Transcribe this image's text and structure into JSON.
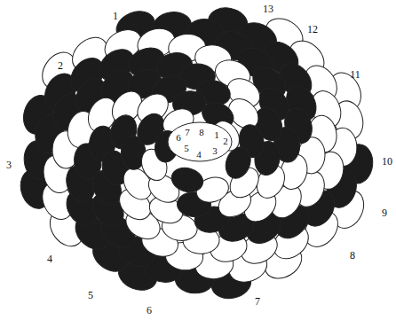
{
  "diagram": {
    "labels": [
      "1",
      "2",
      "3",
      "4",
      "5",
      "6",
      "7",
      "8",
      "9",
      "10",
      "11",
      "12",
      "13",
      "1",
      "2",
      "3",
      "4",
      "5",
      "6",
      "7",
      "8"
    ]
  }
}
